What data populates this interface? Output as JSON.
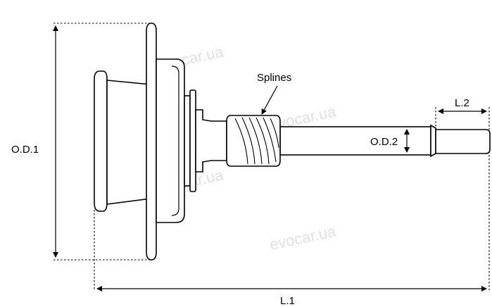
{
  "labels": {
    "od1": "O.D.1",
    "od2": "O.D.2",
    "l1": "L.1",
    "l2": "L.2",
    "splines": "Splines"
  },
  "watermark": "evocar.ua",
  "colors": {
    "line": "#000000",
    "background": "#ffffff",
    "watermark": "#c8c8c8"
  }
}
